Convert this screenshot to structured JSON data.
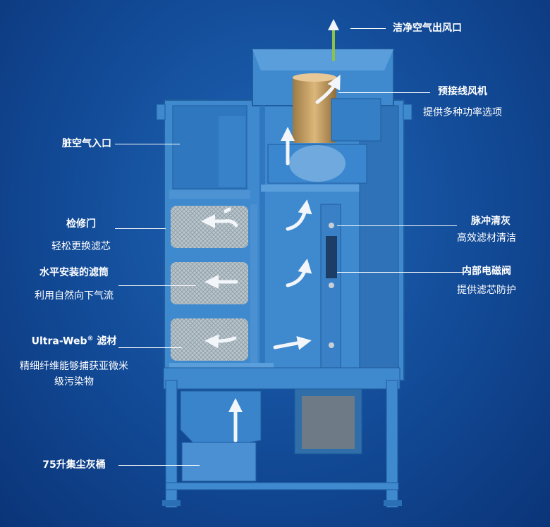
{
  "labels": {
    "clean_air_outlet": "洁净空气出风口",
    "fan_title": "预接线风机",
    "fan_desc": "提供多种功率选项",
    "dirty_air_inlet": "脏空气入口",
    "access_door_title": "检修门",
    "access_door_desc": "轻松更换滤芯",
    "horizontal_filter_title": "水平安装的滤筒",
    "horizontal_filter_desc": "利用自然向下气流",
    "ultraweb_title_prefix": "Ultra-Web",
    "ultraweb_reg": "®",
    "ultraweb_title_suffix": " 滤材",
    "ultraweb_desc_line1": "精细纤维能够捕获亚微米",
    "ultraweb_desc_line2": "级污染物",
    "dust_bin": "75升集尘灰桶",
    "pulse_title": "脉冲清灰",
    "pulse_desc": "高效滤材清洁",
    "solenoid_title": "内部电磁阀",
    "solenoid_desc": "提供滤芯防护"
  },
  "colors": {
    "background": "#124a96",
    "cabinet": "#3f89cf",
    "cabinet_dark": "#2b6fb4",
    "motor": "#c9a46a",
    "filter": "#b7c3c9",
    "arrow": "#f2f6fa",
    "outlet_arrow": "#8bc34a"
  }
}
